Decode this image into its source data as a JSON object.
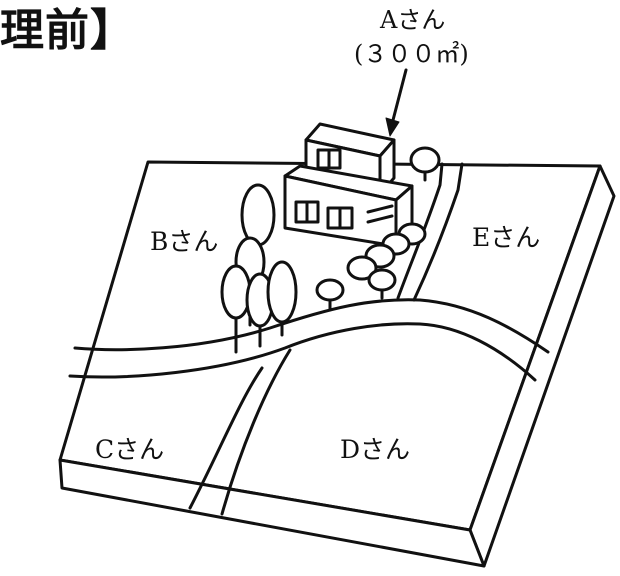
{
  "header": {
    "title": "理前】"
  },
  "owners": {
    "a": {
      "name": "Aさん",
      "area": "(３００㎡)"
    },
    "b": {
      "name": "Bさん"
    },
    "c": {
      "name": "Cさん"
    },
    "d": {
      "name": "Dさん"
    },
    "e": {
      "name": "Eさん"
    }
  }
}
